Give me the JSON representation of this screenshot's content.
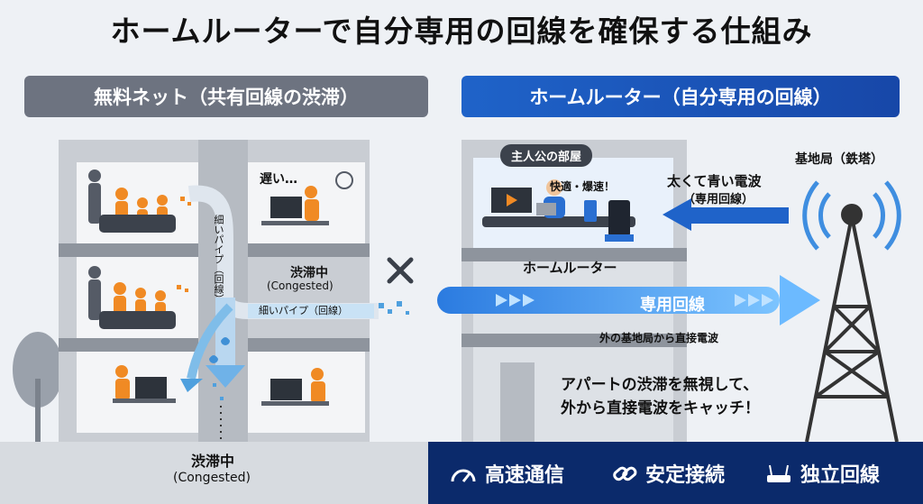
{
  "title": "ホームルーターで自分専用の回線を確保する仕組み",
  "left_header": "無料ネット（共有回線の渋滞）",
  "right_header": "ホームルーター（自分専用の回線）",
  "left": {
    "slow_label": "遅い…",
    "pipe_vertical": "細いパイプ（回線）",
    "pipe_horizontal": "細いパイプ（回線）",
    "congested_mid_jp": "渋滞中",
    "congested_mid_en": "(Congested)",
    "congested_bottom_jp": "渋滞中",
    "congested_bottom_en": "(Congested)"
  },
  "right": {
    "room_label": "主人公の部屋",
    "comfort_label": "快適・爆速！",
    "router_label": "ホームルーター",
    "wave_label_1": "太くて青い電波",
    "wave_label_2": "（専用回線）",
    "tower_label": "基地局（鉄塔）",
    "beam_label": "専用回線",
    "direct_label": "外の基地局から直接電波",
    "note_line1": "アパートの渋滞を無視して、",
    "note_line2": "外から直接電波をキャッチ！"
  },
  "features": [
    {
      "icon": "speedometer-icon",
      "label": "高速通信"
    },
    {
      "icon": "link-icon",
      "label": "安定接続"
    },
    {
      "icon": "router-icon",
      "label": "独立回線"
    }
  ],
  "colors": {
    "blue": "#1f63c9",
    "navy": "#0b2a6b",
    "orange": "#f08a24",
    "gray_header": "#6d7380"
  }
}
